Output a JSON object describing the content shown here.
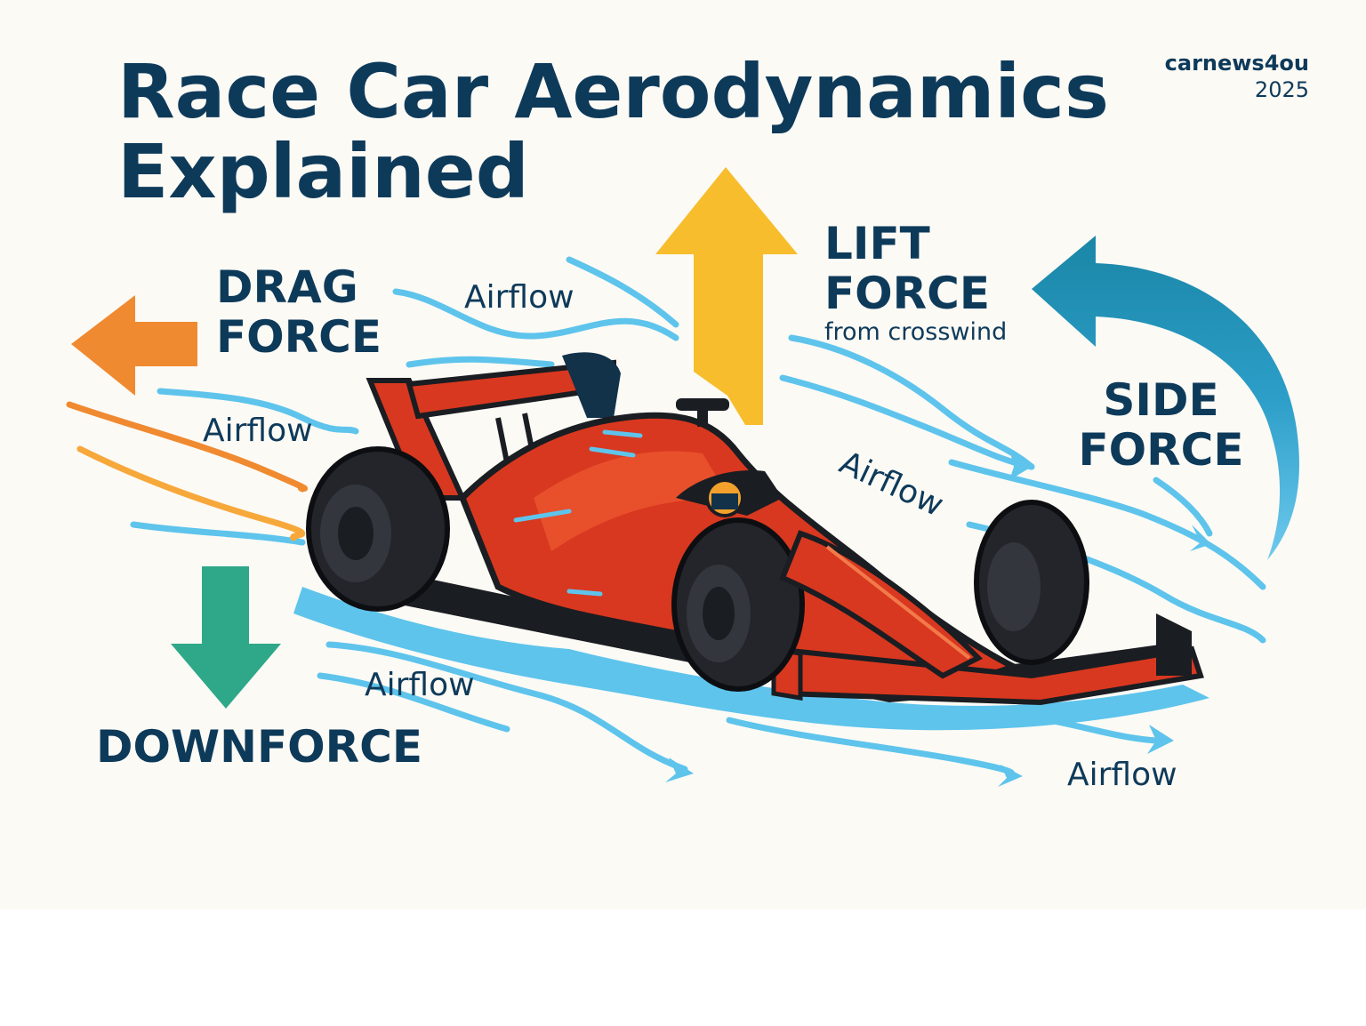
{
  "title": {
    "line1": "Race Car Aerodynamics",
    "line2": "Explained"
  },
  "brand": {
    "name": "carnews4ou",
    "year": "2025"
  },
  "forces": {
    "drag": {
      "line1": "DRAG",
      "line2": "FORCE",
      "arrow_direction": "left",
      "color": "#f08a30"
    },
    "lift": {
      "line1": "LIFT",
      "line2": "FORCE",
      "sub": "from crosswind",
      "arrow_direction": "up",
      "color": "#f8bd2c"
    },
    "side": {
      "line1": "SIDE",
      "line2": "FORCE",
      "arrow_direction": "curved-left",
      "color": "#1e8aaa"
    },
    "downforce": {
      "label": "DOWNFORCE",
      "arrow_direction": "down",
      "color": "#2ea888"
    }
  },
  "airflow_labels": [
    {
      "text": "Airflow",
      "position": "top-center"
    },
    {
      "text": "Airflow",
      "position": "left"
    },
    {
      "text": "Airflow",
      "position": "right-rotated"
    },
    {
      "text": "Airflow",
      "position": "bottom-center"
    },
    {
      "text": "Airflow",
      "position": "bottom-right"
    }
  ],
  "colors": {
    "text": "#0e3a5a",
    "airflow": "#5ec4ec",
    "car_body": "#d8381f",
    "tyre": "#23252b",
    "background": "#fcfaf5"
  },
  "illustration": {
    "subject": "red-formula-race-car"
  }
}
